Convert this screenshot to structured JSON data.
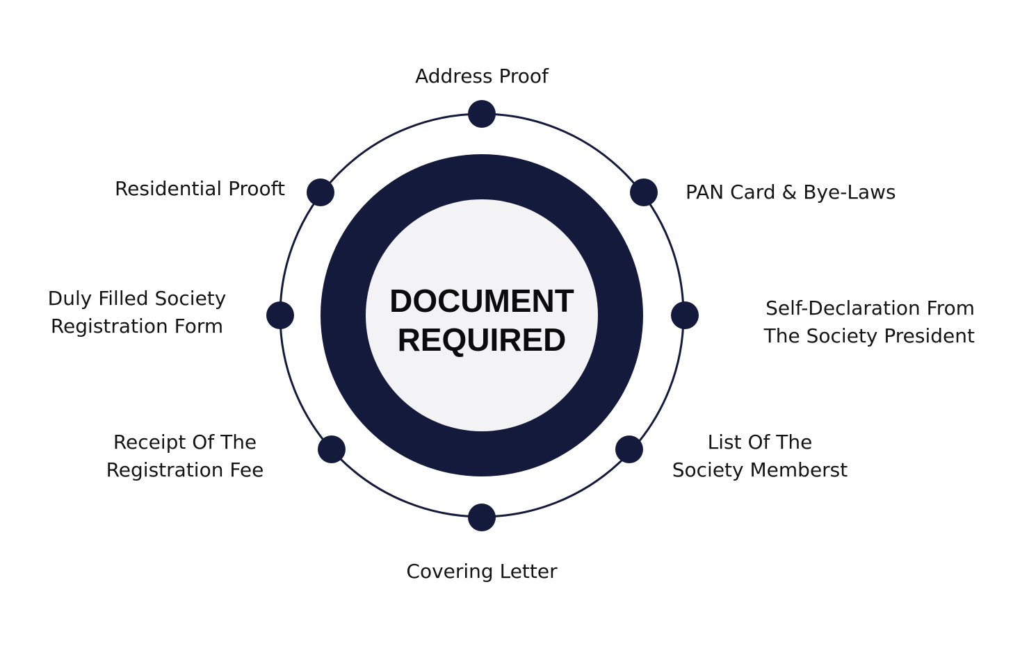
{
  "colors": {
    "navy": "#141a3c",
    "inner": "#f3f2f4",
    "text": "#141414"
  },
  "center": {
    "line1": "DOCUMENT",
    "line2": "REQUIRED"
  },
  "items": [
    {
      "line1": "Address Proof"
    },
    {
      "line1": "PAN Card & Bye-Laws"
    },
    {
      "line1": "Self-Declaration From",
      "line2": "The Society President"
    },
    {
      "line1": "List Of The",
      "line2": "Society Memberst"
    },
    {
      "line1": "Covering Letter"
    },
    {
      "line1": "Receipt Of The",
      "line2": "Registration Fee"
    },
    {
      "line1": "Duly Filled Society",
      "line2": "Registration Form"
    },
    {
      "line1": "Residential Prooft"
    }
  ]
}
